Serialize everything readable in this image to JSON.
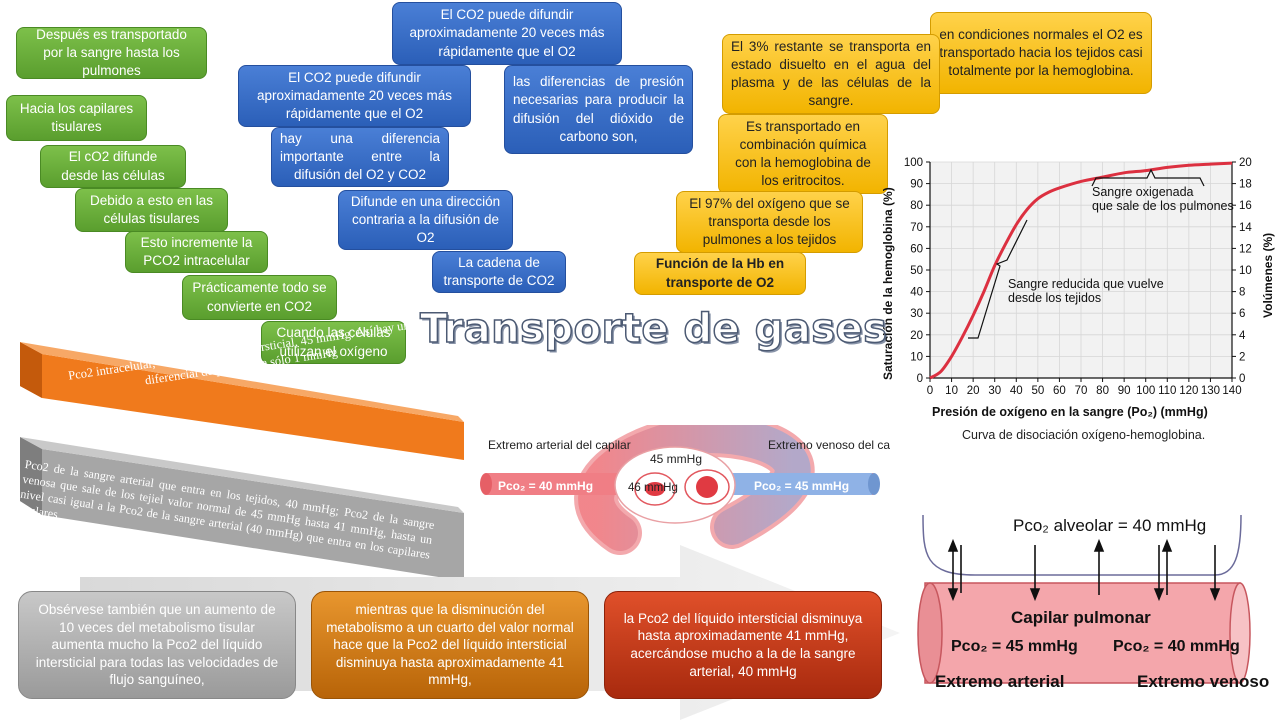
{
  "title": "Transporte de gases",
  "green_steps": [
    "Después es transportado por la sangre hasta los pulmones",
    "Hacia los capilares tisulares",
    "El cO2 difunde desde las células",
    "Debido a esto en las células tisulares",
    "Esto incremente la PCO2 intracelular",
    "Prácticamente todo se convierte en CO2",
    "Cuando las células utilizan el oxígeno"
  ],
  "blue_boxes": [
    "El CO2 puede difundir aproximadamente 20 veces más rápidamente que el O2",
    "El CO2 puede difundir aproximadamente 20 veces más rápidamente que el O2",
    "las diferencias de presión necesarias para producir la difusión del dióxido de carbono son,",
    "hay una diferencia importante entre la difusión del O2 y CO2",
    "Difunde en una dirección contraria a la difusión de O2",
    "La cadena de transporte de CO2"
  ],
  "yellow_boxes": [
    "en condiciones normales el O2 es transportado hacia los tejidos casi totalmente por la hemoglobina.",
    "El 3% restante se transporta en estado disuelto en el agua del plasma y de las células de la sangre.",
    "Es transportado en combinación química con la hemoglobina de los eritrocitos.",
    "El 97% del oxígeno que se transporta desde los pulmones a los tejidos",
    "Función de la Hb en transporte de O2"
  ],
  "ribbons": {
    "orange": "Pco2 intracelular, 46 mmHg; Pco2 intersticial, 45 mmHg. Así hay un diferencial de presión de sólo 1 mmHg",
    "gray": "Pco2 de la sangre arterial que entra en los tejidos, 40 mmHg; Pco2 de la sangre venosa que sale de los tejiel valor normal de 45 mmHg hasta 41 mmHg, hasta un nivel casi igual a la Pco2 de la sangre arterial (40 mmHg) que entra en los capilares tisulares"
  },
  "bottom_boxes": [
    "Obsérvese también que un aumento de 10 veces del metabolismo tisular aumenta mucho la Pco2 del líquido intersticial para todas las velocidades de flujo sanguíneo,",
    "mientras que la disminución del metabolismo a un cuarto del valor normal hace que la Pco2 del líquido intersticial disminuya hasta aproximadamente 41 mmHg,",
    "la Pco2 del líquido intersticial disminuya hasta aproximadamente 41 mmHg, acercándose mucho a la de la sangre arterial, 40 mmHg"
  ],
  "capillary_diagram": {
    "left_label": "Extremo arterial del capilar",
    "right_label": "Extremo venoso del capilar",
    "left_value": "Pco₂ = 40 mmHg",
    "right_value": "Pco₂ = 45 mmHg",
    "cell_outer": "45 mmHg",
    "cell_inner": "46 mmHg"
  },
  "pulmonary_diagram": {
    "alveolar": "Pco₂ alveolar = 40 mmHg",
    "capillary": "Capilar pulmonar",
    "left_value": "Pco₂ = 45 mmHg",
    "right_value": "Pco₂ = 40 mmHg",
    "left_end": "Extremo arterial",
    "right_end": "Extremo venoso"
  },
  "chart_data": {
    "type": "line",
    "ylabel": "Saturación de la hemoglobina (%)",
    "ylabel_right": "Volúmenes (%)",
    "xlabel": "Presión de oxígeno en la sangre (Po₂) (mmHg)",
    "caption": "Curva de disociación oxígeno-hemoglobina.",
    "xlim": [
      0,
      140
    ],
    "ylim": [
      0,
      100
    ],
    "ylim_right": [
      0,
      20
    ],
    "xticks": [
      "0",
      "10",
      "20",
      "30",
      "40",
      "50",
      "60",
      "70",
      "80",
      "90",
      "100",
      "110",
      "120",
      "130",
      "140"
    ],
    "yticks": [
      "0",
      "10",
      "20",
      "30",
      "40",
      "50",
      "60",
      "70",
      "80",
      "90",
      "100"
    ],
    "yticks_right": [
      "0",
      "2",
      "4",
      "6",
      "8",
      "10",
      "12",
      "14",
      "16",
      "18",
      "20"
    ],
    "grid": true,
    "x": [
      0,
      5,
      10,
      15,
      20,
      25,
      30,
      35,
      40,
      45,
      50,
      55,
      60,
      70,
      80,
      90,
      100,
      110,
      120,
      130,
      140
    ],
    "y": [
      0,
      3,
      10,
      19,
      29,
      40,
      52,
      62,
      71,
      78,
      83,
      86,
      88,
      91,
      93,
      95,
      96,
      97.5,
      98.5,
      99,
      99.5
    ],
    "annotations": [
      "Sangre oxigenada que sale de los pulmones",
      "Sangre reducida que vuelve desde los tejidos"
    ]
  }
}
